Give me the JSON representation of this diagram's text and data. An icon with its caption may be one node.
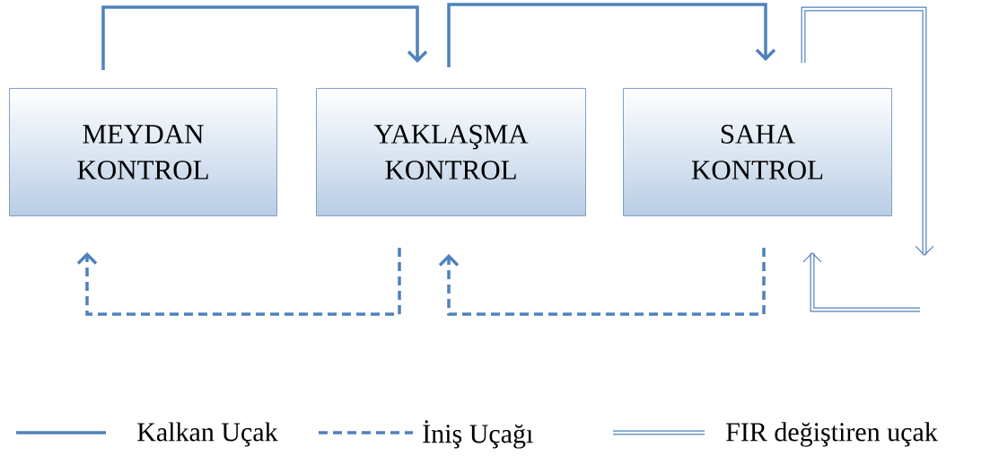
{
  "diagram": {
    "nodes": [
      {
        "text": [
          "MEYDAN KONTROL"
        ]
      },
      {
        "text": [
          "YAKLAŞMA KONTROL"
        ]
      },
      {
        "text": [
          "SAHA KONTROL"
        ]
      }
    ],
    "edges": [
      {
        "from": 0,
        "to": 1,
        "arrow": "to"
      },
      {
        "from": 1,
        "to": 2,
        "arrow": "to"
      },
      {
        "from": 2,
        "to": null,
        "arrow": "to"
      },
      {
        "from": null,
        "to": 2,
        "arrow": "to"
      },
      {
        "from": 1,
        "to": 0,
        "arrow": "to",
        "style": "dashed"
      },
      {
        "from": 2,
        "to": 1,
        "arrow": "to",
        "style": "dashed"
      }
    ],
    "legend": [
      {
        "text": "Kalkan Uçak"
      },
      {
        "text": "İniş Uçağı"
      },
      {
        "text": "FIR değiştiren uçak"
      }
    ]
  }
}
